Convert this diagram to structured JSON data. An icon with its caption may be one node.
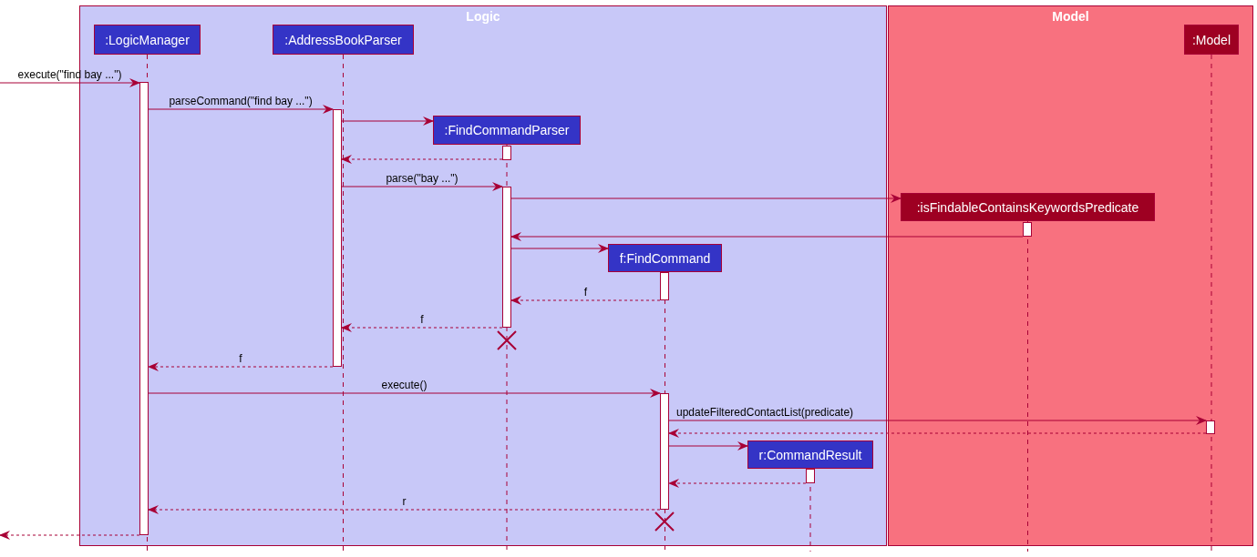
{
  "diagram": {
    "nodes": [
      {
        "text": [
          "Logic"
        ]
      },
      {
        "text": [
          "Model"
        ]
      },
      {
        "text": [
          ":LogicManager"
        ],
        "in": 0
      },
      {
        "text": [
          ":AddressBookParser"
        ],
        "in": 0
      },
      {
        "text": [
          ":Model"
        ],
        "in": 1
      },
      {
        "text": [
          ":FindCommandParser"
        ],
        "in": 0
      },
      {
        "text": [
          ":isFindableContainsKeywordsPredicate"
        ],
        "in": 1
      },
      {
        "text": [
          "f:FindCommand"
        ],
        "in": 0
      },
      {
        "text": [
          "r:CommandResult"
        ],
        "in": 0
      },
      {
        "text": [],
        "shape": "bar",
        "in": 0
      },
      {
        "text": [],
        "shape": "bar",
        "in": 0
      },
      {
        "text": [],
        "shape": "bar",
        "in": 0
      },
      {
        "text": [],
        "shape": "bar",
        "in": 0
      },
      {
        "text": [],
        "shape": "bar",
        "in": 1
      },
      {
        "text": [],
        "shape": "bar",
        "in": 0
      },
      {
        "text": [],
        "shape": "bar",
        "in": 0
      },
      {
        "text": [],
        "shape": "bar",
        "in": 1
      },
      {
        "text": [],
        "shape": "bar",
        "in": 0
      }
    ],
    "edges": [
      {
        "from": null,
        "to": 9,
        "arrow": "to",
        "label": "execute(\"find bay ...\")"
      },
      {
        "from": 9,
        "to": 10,
        "arrow": "to",
        "label": "parseCommand(\"find bay ...\")"
      },
      {
        "from": 10,
        "to": 5,
        "arrow": "to"
      },
      {
        "from": 11,
        "to": 10,
        "arrow": "to",
        "style": "dashed"
      },
      {
        "from": 10,
        "to": 12,
        "arrow": "to",
        "label": "parse(\"bay ...\")"
      },
      {
        "from": 12,
        "to": 6,
        "arrow": "to"
      },
      {
        "from": 13,
        "to": 12,
        "arrow": "to"
      },
      {
        "from": 12,
        "to": 7,
        "arrow": "to"
      },
      {
        "from": 14,
        "to": 12,
        "arrow": "to",
        "label": "f",
        "style": "dashed"
      },
      {
        "from": 12,
        "to": 10,
        "arrow": "to",
        "label": "f",
        "style": "dashed"
      },
      {
        "from": 10,
        "to": 9,
        "arrow": "to",
        "label": "f",
        "style": "dashed"
      },
      {
        "from": 9,
        "to": 15,
        "arrow": "to",
        "label": "execute()"
      },
      {
        "from": 15,
        "to": 16,
        "arrow": "to",
        "label": "updateFilteredContactList(predicate)"
      },
      {
        "from": 16,
        "to": 15,
        "arrow": "to",
        "style": "dashed"
      },
      {
        "from": 15,
        "to": 8,
        "arrow": "to"
      },
      {
        "from": 17,
        "to": 15,
        "arrow": "to",
        "style": "dashed"
      },
      {
        "from": 15,
        "to": 9,
        "arrow": "to",
        "label": "r",
        "style": "dashed"
      },
      {
        "from": 9,
        "to": null,
        "arrow": "to",
        "style": "dashed"
      }
    ]
  }
}
